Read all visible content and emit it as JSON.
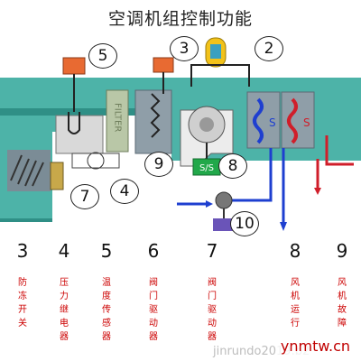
{
  "title": "空调机组控制功能",
  "filter_text": "FILTER",
  "ss_label": "S/S",
  "s_letter": "S",
  "colors": {
    "duct": "#4db3a8",
    "duct_dark": "#2f8f86",
    "module": "#8f9ea8",
    "coil_blue": "#1e3fd0",
    "coil_red": "#d01e2a",
    "sensor_orange": "#e86a32",
    "ss_green": "#21a84a",
    "label_red": "#cc0000"
  },
  "callouts": {
    "c5_top": "5",
    "c3_top": "3",
    "c2_top": "2",
    "c9_mid": "9",
    "c8_mid": "8",
    "c7_mid": "7",
    "c4_mid": "4",
    "c10_mid": "10"
  },
  "legend": [
    {
      "num": "3",
      "label": "防冻开关"
    },
    {
      "num": "4",
      "label": "压力继电器"
    },
    {
      "num": "5",
      "label": "温度传感器"
    },
    {
      "num": "6",
      "label": "阀门驱动器"
    },
    {
      "num": "7",
      "label": "阀门驱动器"
    },
    {
      "num": "8",
      "label": "风机运行"
    },
    {
      "num": "9",
      "label": "风机故障"
    }
  ],
  "watermark": "ynmtw.cn",
  "watermark_faint": "jinrundo2019.b2"
}
